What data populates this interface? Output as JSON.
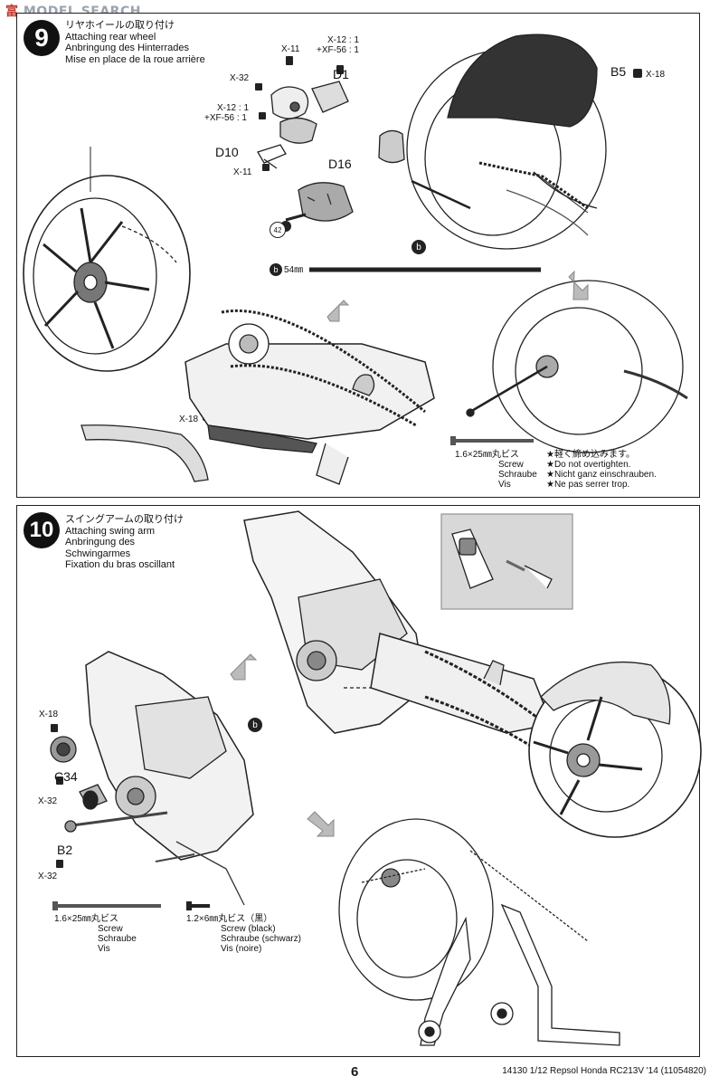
{
  "watermark": {
    "logo": "富",
    "text": "MODEL SEARCH"
  },
  "step9": {
    "number": "9",
    "title_jp": "リヤホイールの取り付け",
    "title_en": "Attaching rear wheel",
    "title_de": "Anbringung des Hinterrades",
    "title_fr": "Mise en place de la roue arrière",
    "labels": {
      "x11_top": "X-11",
      "x12_top": "X-12 : 1",
      "xf56_top": "+XF-56 : 1",
      "d1": "D1",
      "x32": "X-32",
      "x12_mid": "X-12 : 1",
      "xf56_mid": "+XF-56 : 1",
      "d10": "D10",
      "d16": "D16",
      "x11_low": "X-11",
      "part42": "42",
      "b5": "B5",
      "x18_top": "X-18",
      "b_marker": "b",
      "b_length_marker": "b",
      "length": "54㎜",
      "x18_low": "X-18"
    },
    "screw": {
      "size": "1.6×25㎜丸ビス",
      "en": "Screw",
      "de": "Schraube",
      "fr": "Vis"
    },
    "note": {
      "jp": "★軽く締め込みます。",
      "en": "★Do not overtighten.",
      "de": "★Nicht ganz einschrauben.",
      "fr": "★Ne pas serrer trop."
    }
  },
  "step10": {
    "number": "10",
    "title_jp": "スイングアームの取り付け",
    "title_en": "Attaching swing arm",
    "title_de": "Anbringung des",
    "title_de2": "Schwingarmes",
    "title_fr": "Fixation du bras oscillant",
    "labels": {
      "x18": "X-18",
      "c34": "C34",
      "x32_a": "X-32",
      "b2": "B2",
      "x32_b": "X-32",
      "b_marker": "b"
    },
    "screw1": {
      "size": "1.6×25㎜丸ビス",
      "en": "Screw",
      "de": "Schraube",
      "fr": "Vis"
    },
    "screw2": {
      "size": "1.2×6㎜丸ビス（黒）",
      "en": "Screw (black)",
      "de": "Schraube (schwarz)",
      "fr": "Vis (noire)"
    }
  },
  "footer": {
    "page": "6",
    "info": "14130  1/12 Repsol Honda RC213V '14 (11054820)"
  }
}
